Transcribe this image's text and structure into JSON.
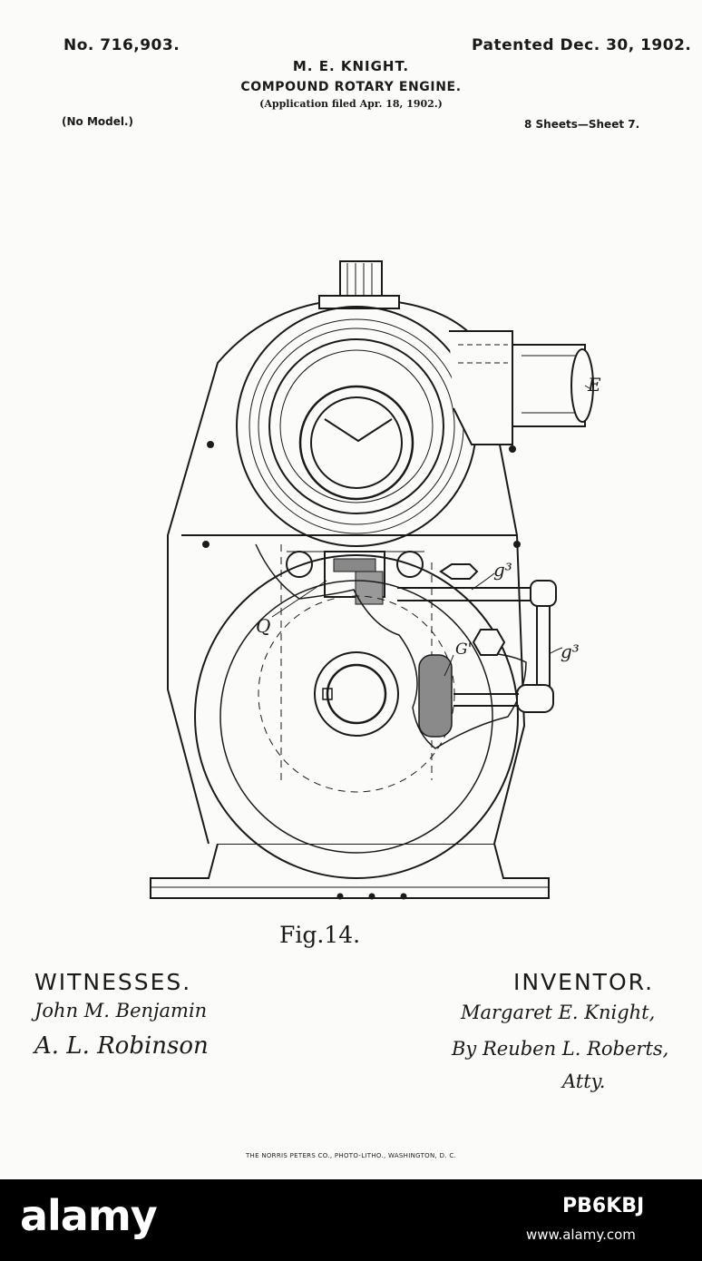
{
  "header": {
    "patent_number": "No. 716,903.",
    "patent_date": "Patented Dec. 30, 1902.",
    "inventor_name": "M. E. KNIGHT.",
    "title": "COMPOUND ROTARY ENGINE.",
    "application_filed": "(Application filed Apr. 18, 1902.)",
    "model": "(No Model.)",
    "sheets": "8 Sheets—Sheet 7."
  },
  "drawing": {
    "labels": {
      "E": "E",
      "g3_upper": "g³",
      "g3_lower": "g³",
      "Q": "Q",
      "G1": "G'"
    },
    "figure_label": "Fig.14."
  },
  "footer": {
    "witnesses_heading": "WITNESSES.",
    "witness_1": "John M. Benjamin",
    "witness_2": "A. L. Robinson",
    "inventor_heading": "INVENTOR.",
    "inventor_signature": "Margaret E. Knight,",
    "attorney_line": "By Reuben L. Roberts,",
    "attorney_suffix": "Atty.",
    "printer_credit": "THE NORRIS PETERS CO., PHOTO-LITHO., WASHINGTON, D. C."
  },
  "watermark": {
    "brand": "alamy",
    "image_id": "PB6KBJ",
    "site": "www.alamy.com"
  },
  "colors": {
    "ink": "#1a1a1a",
    "paper": "#fbfbf9",
    "band": "#000000",
    "band_text": "#ffffff"
  }
}
